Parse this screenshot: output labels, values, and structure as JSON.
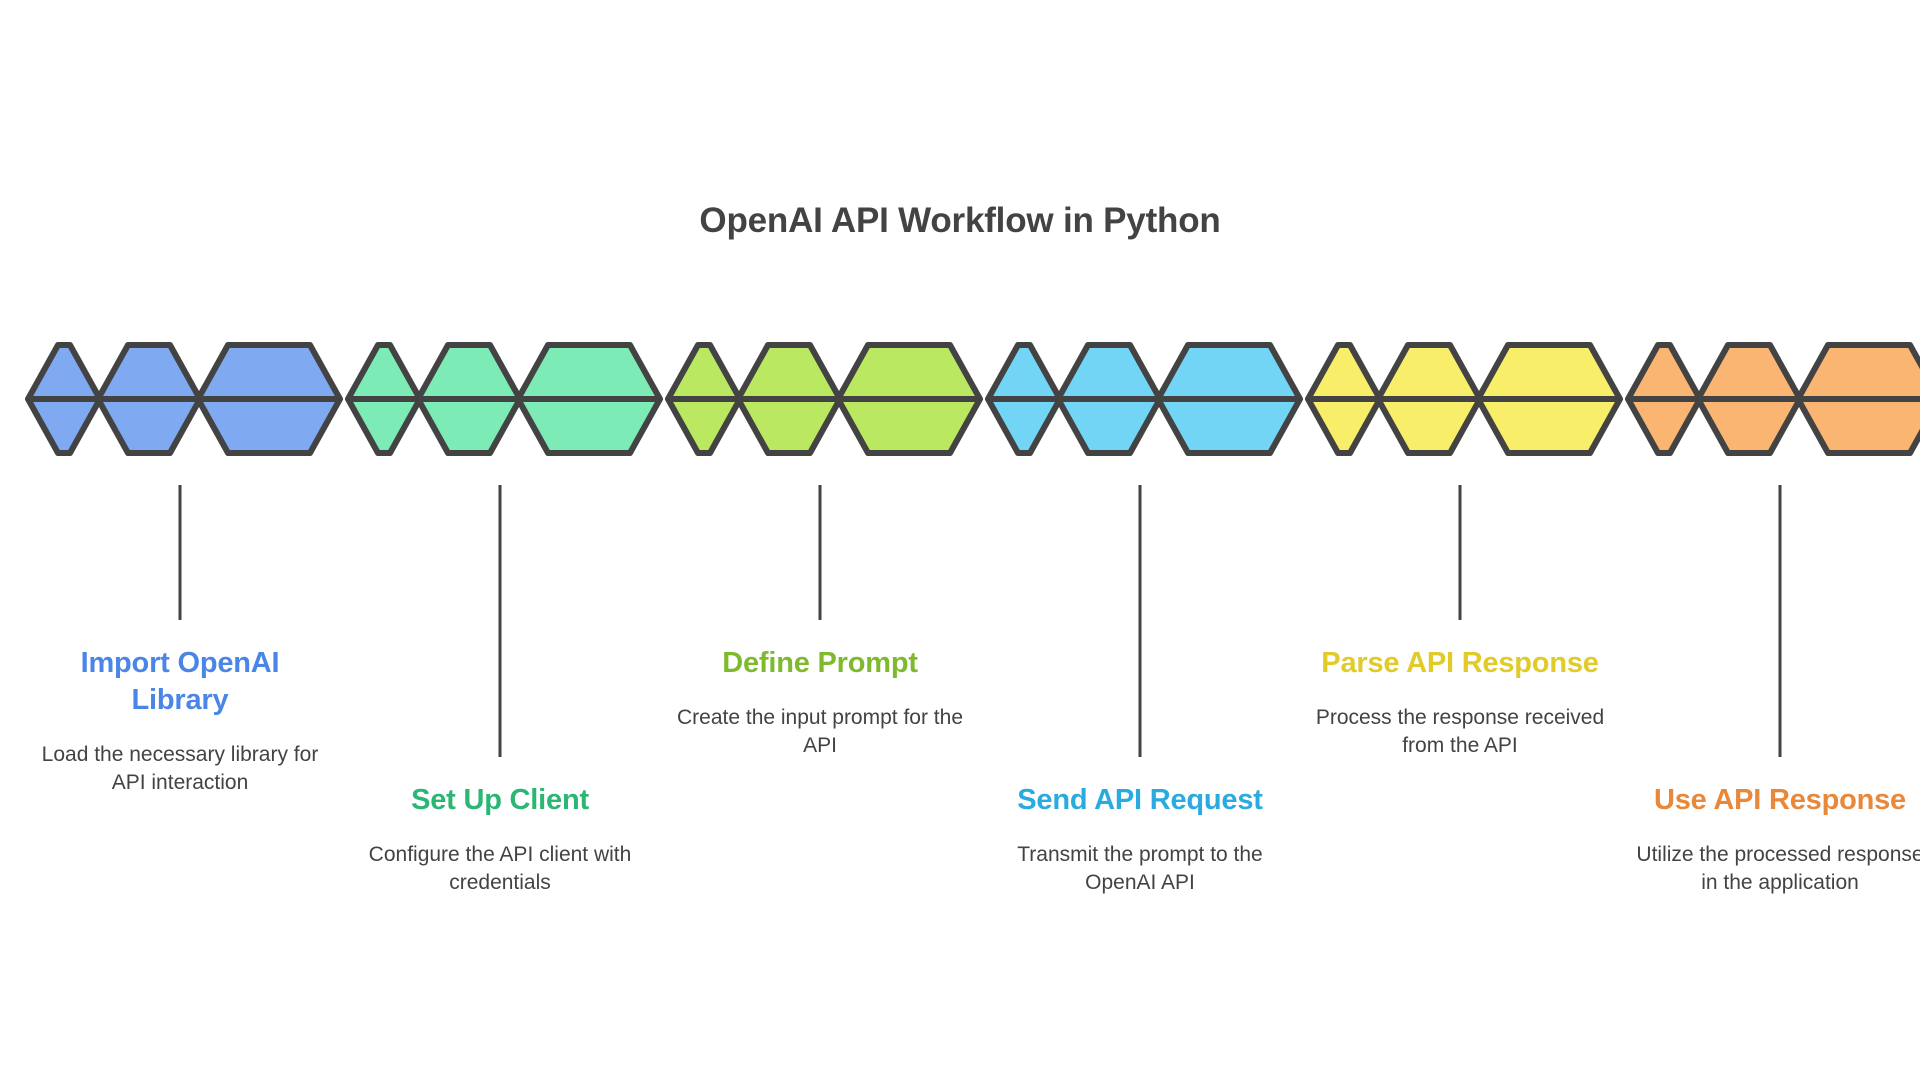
{
  "title": "OpenAI API Workflow in Python",
  "background_color": "#ffffff",
  "title_color": "#434343",
  "body_text_color": "#434343",
  "connector_color": "#434343",
  "chevron_outline_color": "#434343",
  "steps": [
    {
      "index": 1,
      "title": "Import OpenAI Library",
      "description": "Load the necessary library for API interaction",
      "title_color": "#4A86E8",
      "chevron_color": "#7FA9F0",
      "position": "high"
    },
    {
      "index": 2,
      "title": "Set Up Client",
      "description": "Configure the API client with credentials",
      "title_color": "#2BB673",
      "chevron_color": "#7CEBB5",
      "position": "low"
    },
    {
      "index": 3,
      "title": "Define Prompt",
      "description": "Create the input prompt for the API",
      "title_color": "#7FBA2E",
      "chevron_color": "#BBE861",
      "position": "high"
    },
    {
      "index": 4,
      "title": "Send API Request",
      "description": "Transmit the prompt to the OpenAI API",
      "title_color": "#29ABE2",
      "chevron_color": "#72D5F5",
      "position": "low"
    },
    {
      "index": 5,
      "title": "Parse API Response",
      "description": "Process the response received from the API",
      "title_color": "#E0CB28",
      "chevron_color": "#F8EE6A",
      "position": "high"
    },
    {
      "index": 6,
      "title": "Use API Response",
      "description": "Utilize the processed response in the application",
      "title_color": "#E8883A",
      "chevron_color": "#FBB573",
      "position": "low"
    }
  ],
  "chart_data": {
    "type": "diagram",
    "diagram_type": "chevron-process-flow",
    "title": "OpenAI API Workflow in Python",
    "step_count": 6,
    "orientation": "horizontal-left-to-right",
    "chevrons_per_step": 3,
    "labels": [
      "Import OpenAI Library",
      "Set Up Client",
      "Define Prompt",
      "Send API Request",
      "Parse API Response",
      "Use API Response"
    ]
  }
}
